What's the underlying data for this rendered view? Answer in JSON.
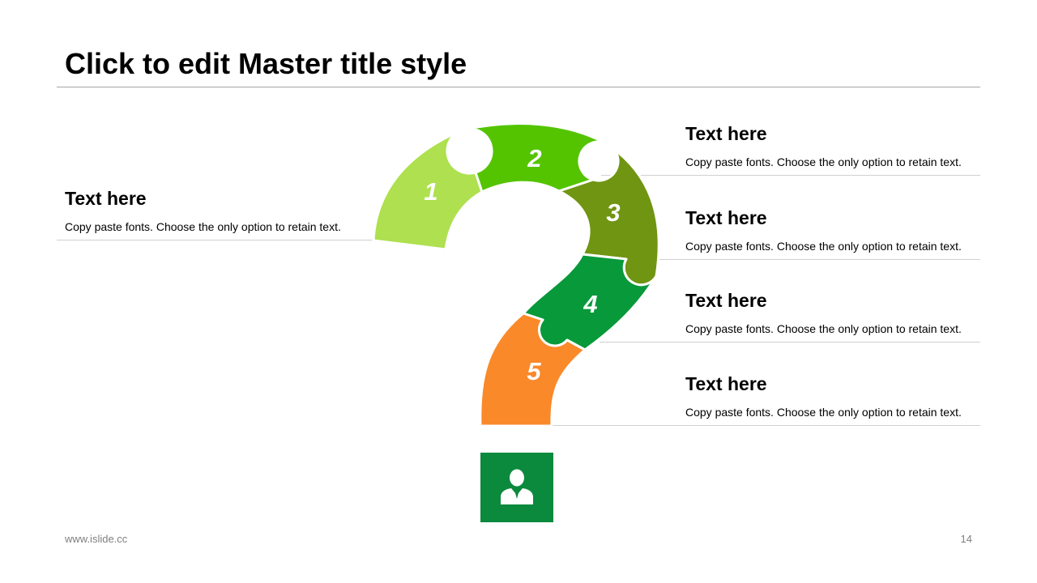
{
  "slide": {
    "title": "Click to edit Master title style",
    "footer_url": "www.islide.cc",
    "page_number": "14"
  },
  "blocks": [
    {
      "heading": "Text here",
      "body": "Copy paste fonts. Choose the only option to retain text."
    },
    {
      "heading": "Text here",
      "body": "Copy paste fonts. Choose the only option to retain text."
    },
    {
      "heading": "Text here",
      "body": "Copy paste fonts. Choose the only option to retain text."
    },
    {
      "heading": "Text here",
      "body": "Copy paste fonts. Choose the only option to retain text."
    },
    {
      "heading": "Text here",
      "body": "Copy paste fonts. Choose the only option to retain text."
    }
  ],
  "puzzle": {
    "pieces": [
      {
        "label": "1",
        "color": "#aee04f"
      },
      {
        "label": "2",
        "color": "#54c400"
      },
      {
        "label": "3",
        "color": "#6f9512"
      },
      {
        "label": "4",
        "color": "#08993a"
      },
      {
        "label": "5",
        "color": "#fa892a"
      }
    ],
    "icon": "user-icon",
    "icon_color": "#0b8a3e"
  }
}
